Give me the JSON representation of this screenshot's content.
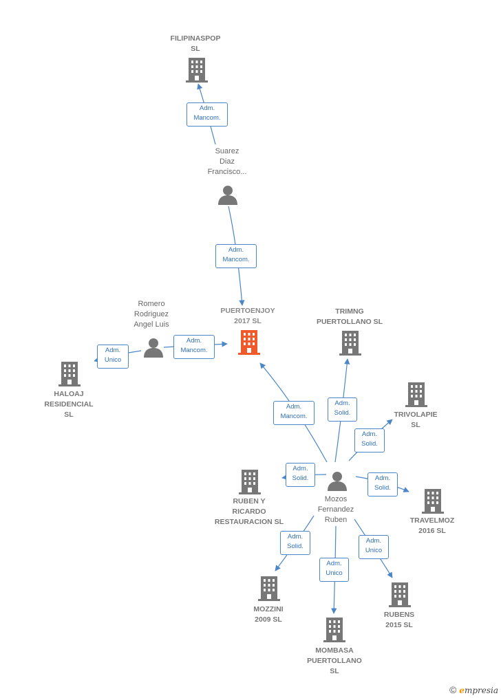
{
  "nodes": {
    "filipinaspop": {
      "label": "FILIPINASPOP\nSL",
      "kind": "company"
    },
    "suarez": {
      "label": "Suarez\nDiaz\nFrancisco...",
      "kind": "person"
    },
    "puertoenjoy": {
      "label": "PUERTOENJOY\n2017  SL",
      "kind": "focus",
      "color": "#f0592a"
    },
    "romero": {
      "label": "Romero\nRodriguez\nAngel Luis",
      "kind": "person"
    },
    "haloaj": {
      "label": "HALOAJ\nRESIDENCIAL\nSL",
      "kind": "company"
    },
    "trimng": {
      "label": "TRIMNG\nPUERTOLLANO SL",
      "kind": "company"
    },
    "trivolapie": {
      "label": "TRIVOLAPIE\nSL",
      "kind": "company"
    },
    "mozos": {
      "label": "Mozos\nFernandez\nRuben",
      "kind": "person"
    },
    "ruben_ricardo": {
      "label": "RUBEN Y\nRICARDO\nRESTAURACION SL",
      "kind": "company"
    },
    "travelmoz": {
      "label": "TRAVELMOZ\n2016  SL",
      "kind": "company"
    },
    "mozzini": {
      "label": "MOZZINI\n2009  SL",
      "kind": "company"
    },
    "mombasa": {
      "label": "MOMBASA\nPUERTOLLANO\nSL",
      "kind": "company"
    },
    "rubens": {
      "label": "RUBENS\n2015  SL",
      "kind": "company"
    }
  },
  "edges": [
    {
      "id": "suarez-filipinaspop",
      "label": "Adm.\nMancom."
    },
    {
      "id": "suarez-puertoenjoy",
      "label": "Adm.\nMancom."
    },
    {
      "id": "romero-puertoenjoy",
      "label": "Adm.\nMancom."
    },
    {
      "id": "romero-haloaj",
      "label": "Adm.\nUnico"
    },
    {
      "id": "mozos-puertoenjoy",
      "label": "Adm.\nMancom."
    },
    {
      "id": "mozos-trimng",
      "label": "Adm.\nSolid."
    },
    {
      "id": "mozos-trivolapie",
      "label": "Adm.\nSolid."
    },
    {
      "id": "mozos-ruben_ricardo",
      "label": "Adm.\nSolid."
    },
    {
      "id": "mozos-travelmoz",
      "label": "Adm.\nSolid."
    },
    {
      "id": "mozos-mozzini",
      "label": "Adm.\nSolid."
    },
    {
      "id": "mozos-mombasa",
      "label": "Adm.\nUnico"
    },
    {
      "id": "mozos-rubens",
      "label": "Adm.\nUnico"
    }
  ],
  "colors": {
    "edge": "#4a86c8",
    "icon": "#777777",
    "focus": "#f0592a"
  },
  "footer": {
    "copyright": "©",
    "brand_initial": "e",
    "brand_rest": "mpresia"
  }
}
